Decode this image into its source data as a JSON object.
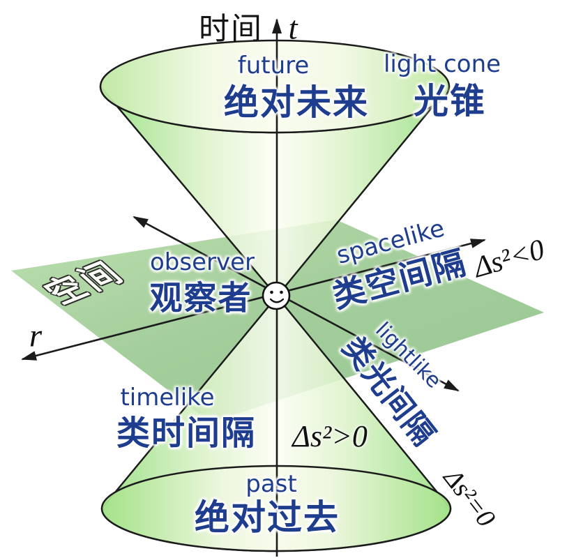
{
  "diagram": {
    "title_semantic": "light cone spacetime diagram",
    "axes": {
      "time": {
        "zh": "时间",
        "symbol": "t"
      },
      "space": {
        "zh": "空间",
        "symbol": "r"
      }
    },
    "regions": {
      "future": {
        "en": "future",
        "zh": "绝对未来"
      },
      "light_cone": {
        "en": "light cone",
        "zh": "光锥"
      },
      "observer": {
        "en": "observer",
        "zh": "观察者"
      },
      "past": {
        "en": "past",
        "zh": "绝对过去"
      }
    },
    "intervals": {
      "spacelike": {
        "en": "spacelike",
        "zh": "类空间隔",
        "equation": "Δs²<0"
      },
      "lightlike": {
        "en": "lightlike",
        "zh": "类光间隔",
        "equation": "Δs²=0"
      },
      "timelike": {
        "en": "timelike",
        "zh": "类时间隔",
        "equation": "Δs²>0"
      }
    }
  },
  "colors": {
    "label_blue": "#1e3d8e",
    "line_black": "#1b1b1b",
    "cone_edge_green": "#8edc78",
    "cone_center_pale": "#fcfef4",
    "plane_green": "#9bc993",
    "background": "#ffffff"
  }
}
